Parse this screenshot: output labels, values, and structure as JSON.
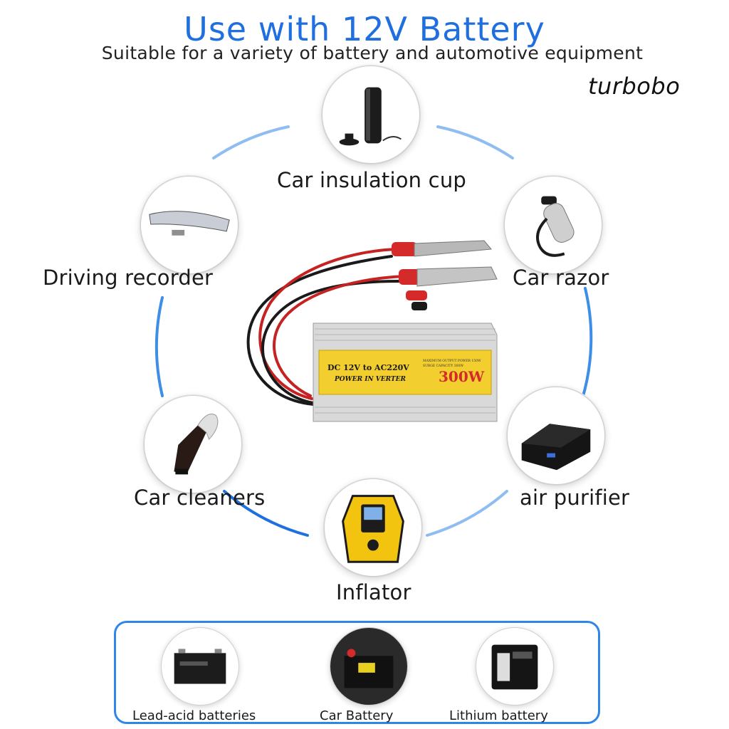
{
  "header": {
    "title": "Use with 12V Battery",
    "subtitle": "Suitable for a variety of battery and automotive equipment",
    "brand": "turbobo"
  },
  "colors": {
    "accent": "#1f6fe0",
    "ring": "#2f86e8",
    "clamp_red": "#d42a2a"
  },
  "inverter": {
    "line1": "DC 12V to AC220V",
    "line2": "POWER IN VERTER",
    "spec1": "MAXIMUM OUTPUT POWER 150W",
    "spec2": "SURGE CAPACITY 300W",
    "power": "300W"
  },
  "devices": [
    {
      "label": "Car insulation cup",
      "icon": "insulation-cup-icon"
    },
    {
      "label": "Car razor",
      "icon": "razor-icon"
    },
    {
      "label": "air purifier",
      "icon": "air-purifier-icon"
    },
    {
      "label": "Inflator",
      "icon": "inflator-icon"
    },
    {
      "label": "Car cleaners",
      "icon": "vacuum-cleaner-icon"
    },
    {
      "label": "Driving recorder",
      "icon": "driving-recorder-icon"
    }
  ],
  "batteries": [
    {
      "label": "Lead-acid batteries",
      "icon": "lead-acid-battery-icon"
    },
    {
      "label": "Car Battery",
      "icon": "car-battery-icon"
    },
    {
      "label": "Lithium battery",
      "icon": "lithium-battery-icon"
    }
  ]
}
